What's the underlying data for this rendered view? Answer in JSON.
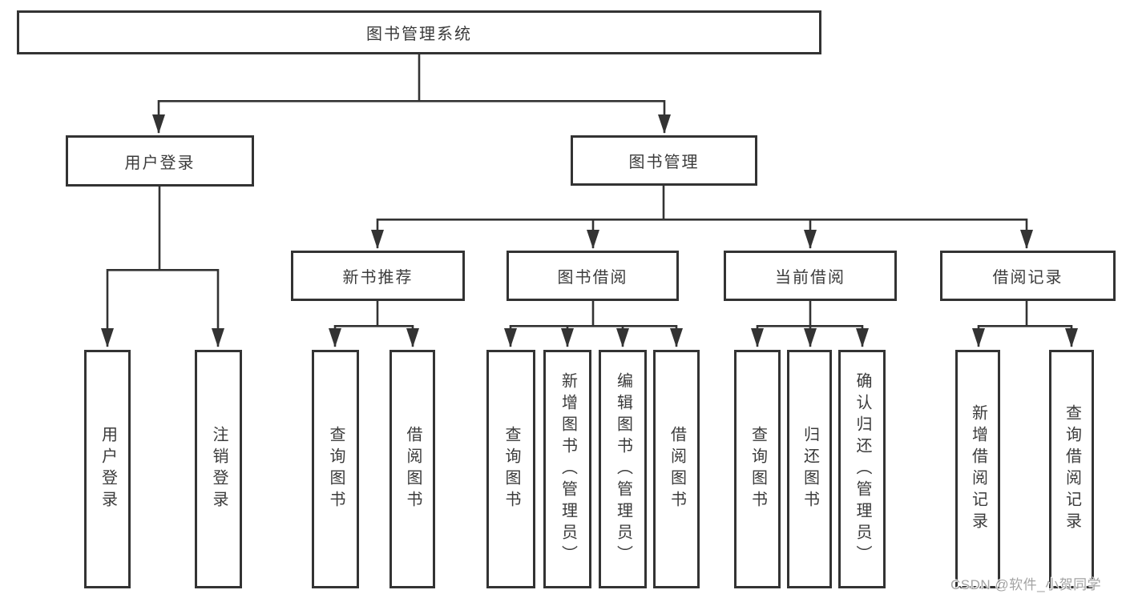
{
  "diagram": {
    "title": "图书管理系统",
    "root": "图书管理系统",
    "level2": [
      "用户登录",
      "图书管理"
    ],
    "level3": [
      "新书推荐",
      "图书借阅",
      "当前借阅",
      "借阅记录"
    ],
    "leaves": [
      "用户登录",
      "注销登录",
      "查询图书",
      "借阅图书",
      "查询图书",
      "新增图书（管理员）",
      "编辑图书（管理员）",
      "借阅图书",
      "查询图书",
      "归还图书",
      "确认归还（管理员）",
      "新增借阅记录",
      "查询借阅记录"
    ],
    "watermark": "CSDN @软件_小贺同学",
    "colors": {
      "line": "#333333",
      "border": "#333333",
      "text": "#3b3b3b",
      "background": "#ffffff",
      "watermark": "#a3a3a3"
    }
  }
}
